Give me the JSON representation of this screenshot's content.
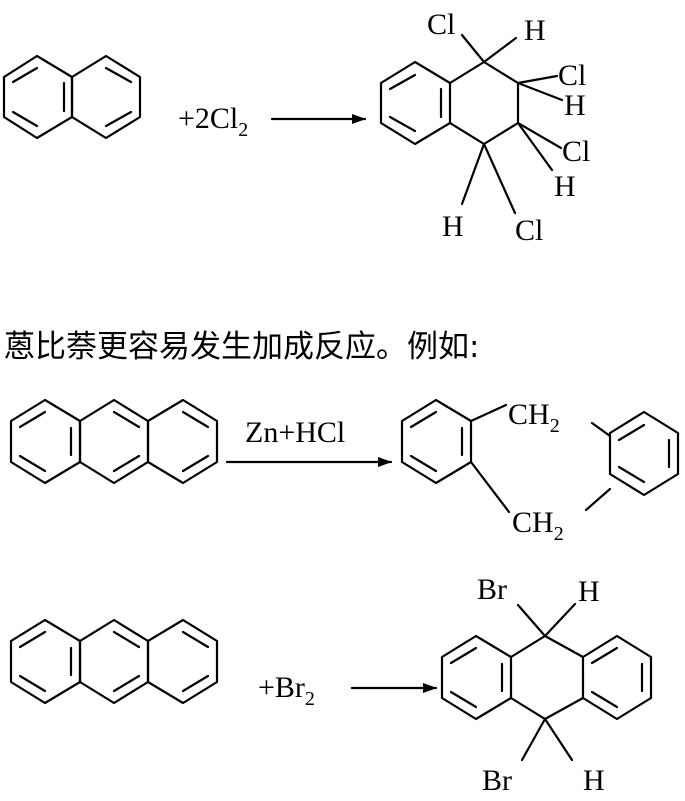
{
  "caption": "蒽比萘更容易发生加成反应。例如:",
  "reaction1": {
    "reagent": "+2Cl",
    "reagent_sub": "2",
    "product_atoms": {
      "cl1": "Cl",
      "h1": "H",
      "cl2": "Cl",
      "h2": "H",
      "cl3": "Cl",
      "h3": "H",
      "h4": "H",
      "cl4": "Cl"
    }
  },
  "reaction2": {
    "reagent": "Zn+HCl",
    "ch2_top": "CH",
    "ch2_top_sub": "2",
    "ch2_bottom": "CH",
    "ch2_bottom_sub": "2"
  },
  "reaction3": {
    "reagent": "+Br",
    "reagent_sub": "2",
    "product_atoms": {
      "br1": "Br",
      "h1": "H",
      "br2": "Br",
      "h2": "H"
    }
  }
}
